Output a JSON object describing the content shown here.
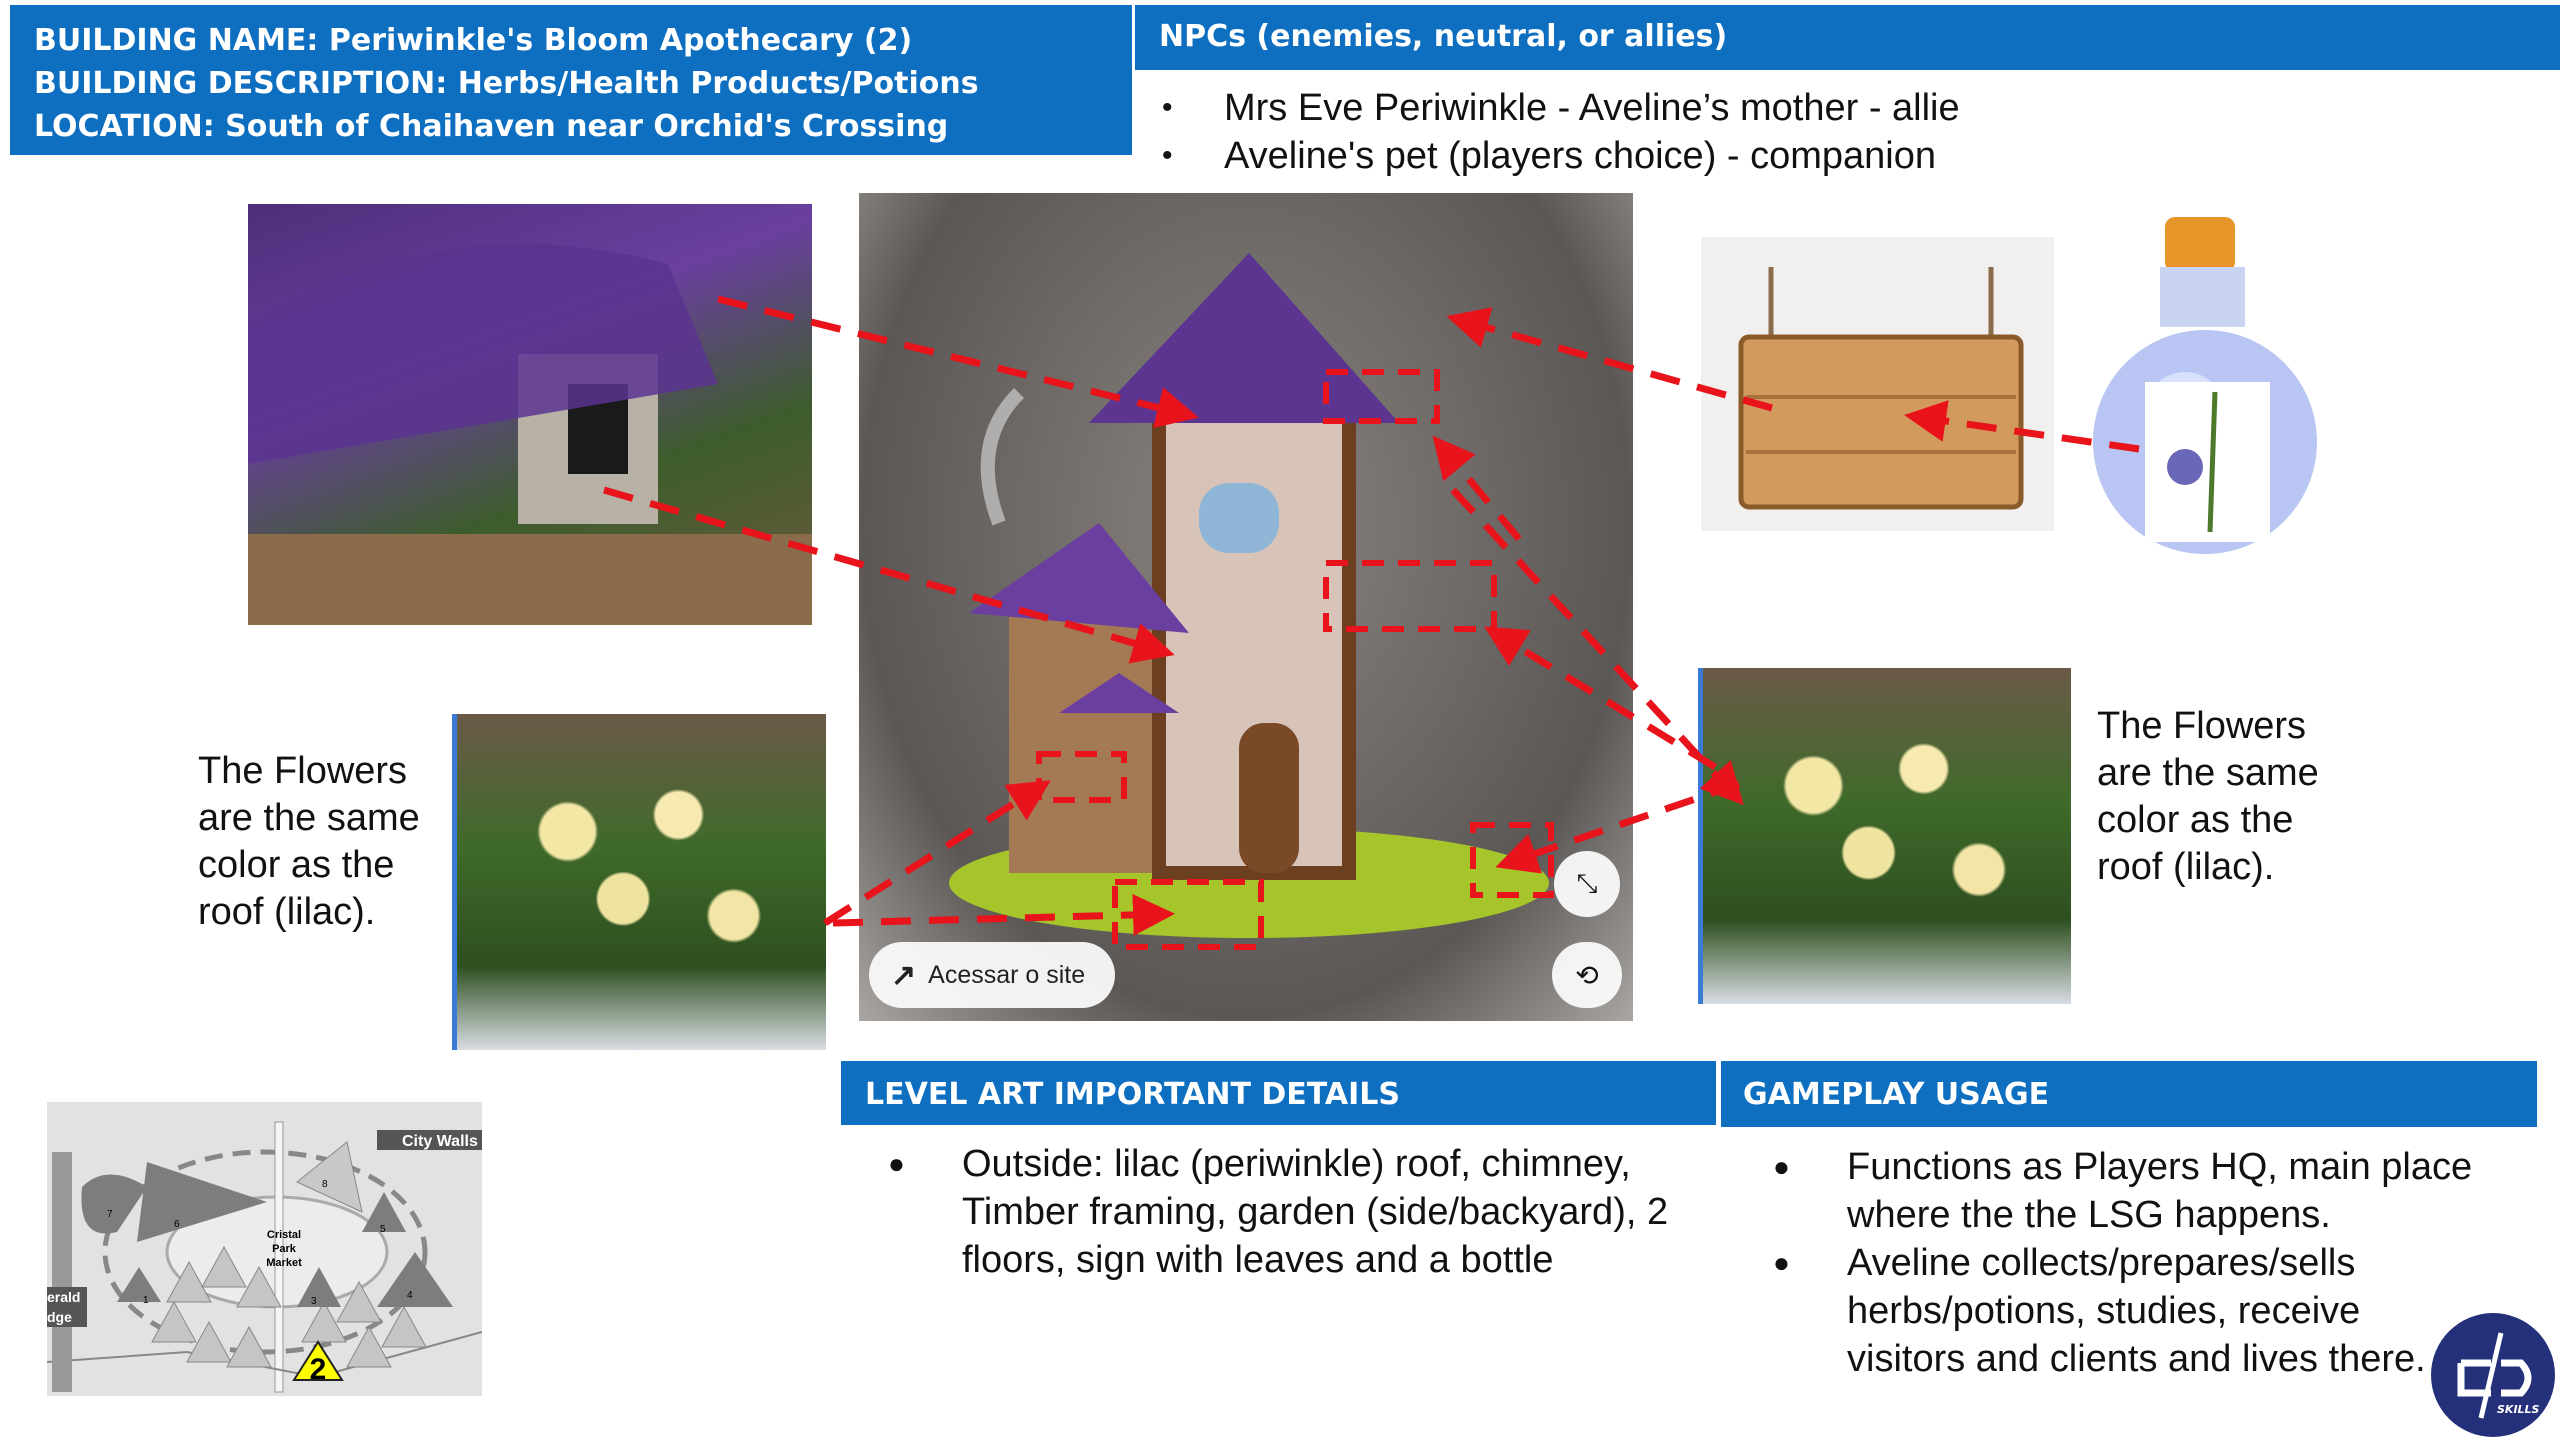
{
  "building": {
    "name": "BUILDING NAME: Periwinkle's Bloom Apothecary (2)",
    "description": "BUILDING DESCRIPTION: Herbs/Health Products/Potions",
    "location": "LOCATION: South of Chaihaven near Orchid's Crossing"
  },
  "npcs": {
    "title": "NPCs (enemies, neutral, or allies)",
    "items": [
      "Mrs Eve Periwinkle - Aveline’s mother - allie",
      "Aveline's pet (players choice) - companion"
    ]
  },
  "flowers_note": {
    "lines": [
      "The Flowers",
      "are the same",
      "color as the",
      "roof (lilac)."
    ]
  },
  "image_viewer": {
    "visit_label": "Acessar o site",
    "visit_icon": "arrow-up-right-icon",
    "lens_icon": "visual-search-icon",
    "expand_icon": "expand-icon"
  },
  "map": {
    "labels": {
      "market_line1": "Cristal",
      "market_line2": "Park",
      "market_line3": "Market",
      "walls": "City Walls",
      "left1": "erald",
      "left2": "dge"
    },
    "markers": [
      "1",
      "2",
      "3",
      "4",
      "5",
      "6",
      "7",
      "8"
    ],
    "highlight": "2"
  },
  "level_art": {
    "title": "LEVEL ART IMPORTANT DETAILS",
    "items": [
      "Outside: lilac (periwinkle) roof, chimney, Timber framing, garden (side/backyard), 2 floors, sign with leaves and a bottle"
    ]
  },
  "gameplay": {
    "title": "GAMEPLAY USAGE",
    "items": [
      "Functions as Players HQ, main place where the the LSG happens.",
      "Aveline collects/prepares/sells herbs/potions, studies, receive visitors and clients and lives there."
    ]
  },
  "logo": {
    "text": "SKILLS"
  },
  "colors": {
    "header_blue": "#0e6fc1",
    "arrow_red": "#e8131b",
    "logo_navy": "#24307a"
  }
}
